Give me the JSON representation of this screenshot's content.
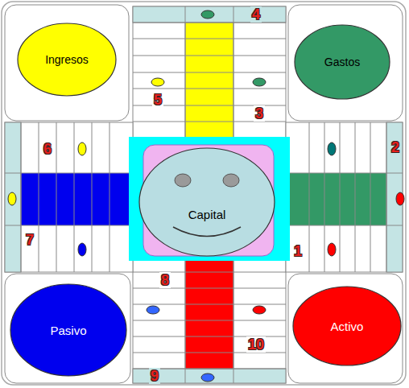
{
  "diagram": {
    "nodes": [
      {
        "text": [
          "Ingresos"
        ]
      },
      {
        "text": [
          "Gastos"
        ]
      },
      {
        "text": [
          "Capital"
        ]
      },
      {
        "text": [
          "Pasivo"
        ]
      },
      {
        "text": [
          "Activo"
        ]
      }
    ],
    "labels": [
      "4",
      "5",
      "3",
      "6",
      "2",
      "7",
      "1",
      "8",
      "10",
      "9"
    ]
  }
}
